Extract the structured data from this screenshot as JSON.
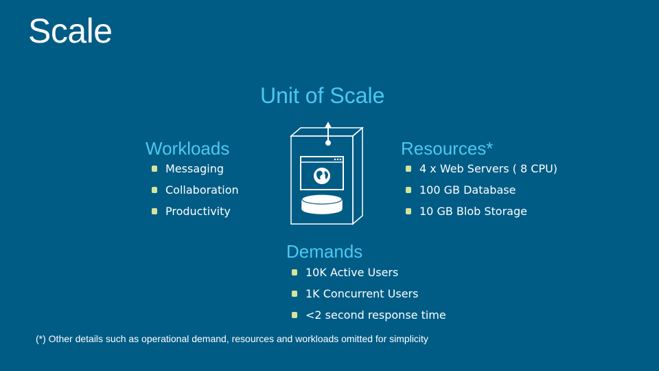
{
  "slide": {
    "title": "Scale",
    "center_heading": "Unit of Scale",
    "workloads": {
      "heading": "Workloads",
      "items": [
        "Messaging",
        "Collaboration",
        "Productivity"
      ]
    },
    "resources": {
      "heading": "Resources*",
      "items": [
        "4 x Web Servers ( 8 CPU)",
        "100 GB Database",
        "10 GB Blob Storage"
      ]
    },
    "demands": {
      "heading": "Demands",
      "items": [
        "10K Active Users",
        "1K Concurrent Users",
        "<2 second response time"
      ]
    },
    "footnote": "(*) Other details such as operational demand, resources and workloads omitted for simplicity"
  },
  "colors": {
    "background": "#005c85",
    "heading": "#4dc8f0",
    "bullet": "#d6e49a"
  },
  "icons": [
    "up-arrow-icon",
    "server-unit-icon",
    "globe-window-icon",
    "database-icon"
  ]
}
